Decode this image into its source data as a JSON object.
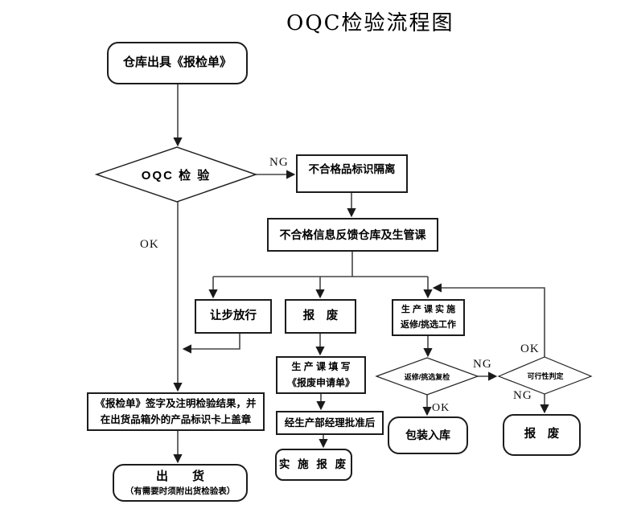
{
  "title": "OQC检验流程图",
  "nodes": {
    "start": {
      "label": "仓库出具《报检单》"
    },
    "oqc_check": {
      "label": "OQC 检 验"
    },
    "quarantine": {
      "label": "不合格品标识隔离"
    },
    "feedback": {
      "label": "不合格信息反馈仓库及生管课"
    },
    "concession": {
      "label": "让步放行"
    },
    "scrap_top": {
      "label": "报　废"
    },
    "rework": {
      "line1": "生 产 课 实 施",
      "line2": "返修/挑选工作"
    },
    "scrap_form": {
      "line1": "生 产 课 填 写",
      "line2": "《报废申请单》"
    },
    "approval": {
      "label": "经生产部经理批准后"
    },
    "implement_scrap": {
      "label": "实 施 报 废"
    },
    "recheck": {
      "label": "返修/挑选复检"
    },
    "feasibility": {
      "label": "可行性判定"
    },
    "packing": {
      "label": "包装入库"
    },
    "scrap_right": {
      "label": "报　废"
    },
    "sign": {
      "line1": "《报检单》签字及注明检验结果，并",
      "line2": "在出货品箱外的产品标识卡上盖章"
    },
    "ship": {
      "line1": "出　　货",
      "line2": "（有需要时须附出货检验表）"
    }
  },
  "edge_labels": {
    "oqc_ng": "NG",
    "oqc_ok": "OK",
    "recheck_ok": "OK",
    "recheck_ng": "NG",
    "feasibility_ok": "OK",
    "feasibility_ng": "NG"
  },
  "colors": {
    "line": "#444444",
    "border": "#1c1c1c",
    "background": "#ffffff"
  }
}
